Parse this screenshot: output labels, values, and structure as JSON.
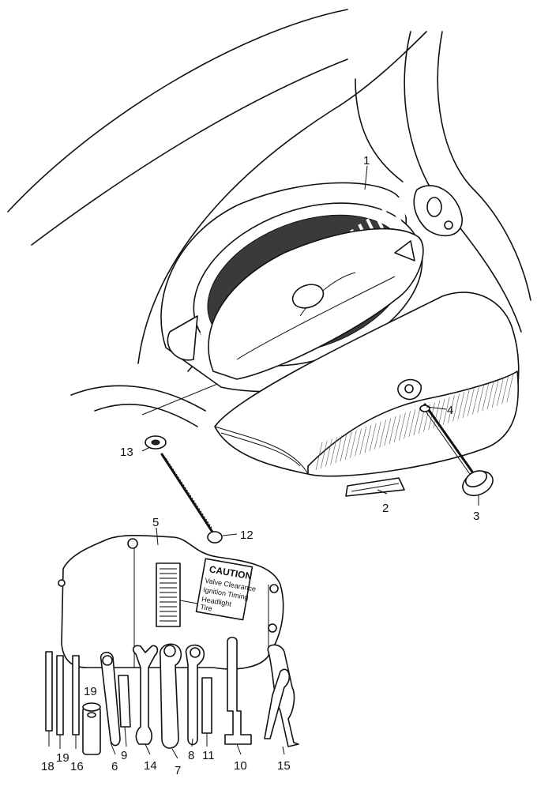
{
  "callouts": [
    {
      "id": "c1",
      "label": "1"
    },
    {
      "id": "c2",
      "label": "2"
    },
    {
      "id": "c3",
      "label": "3"
    },
    {
      "id": "c4",
      "label": "4"
    },
    {
      "id": "c5",
      "label": "5"
    },
    {
      "id": "c6",
      "label": "6"
    },
    {
      "id": "c7",
      "label": "7"
    },
    {
      "id": "c8",
      "label": "8"
    },
    {
      "id": "c9",
      "label": "9"
    },
    {
      "id": "c10",
      "label": "10"
    },
    {
      "id": "c11",
      "label": "11"
    },
    {
      "id": "c12",
      "label": "12"
    },
    {
      "id": "c13",
      "label": "13"
    },
    {
      "id": "c14",
      "label": "14"
    },
    {
      "id": "c15",
      "label": "15"
    },
    {
      "id": "c16",
      "label": "16"
    },
    {
      "id": "c17",
      "label": "18"
    },
    {
      "id": "c18",
      "label": "19"
    },
    {
      "id": "c19",
      "label": "19"
    }
  ],
  "caution_label": {
    "title": "CAUTION",
    "lines": [
      "Valve Clearance",
      "Ignition Timing",
      "Headlight",
      "Tire"
    ]
  }
}
